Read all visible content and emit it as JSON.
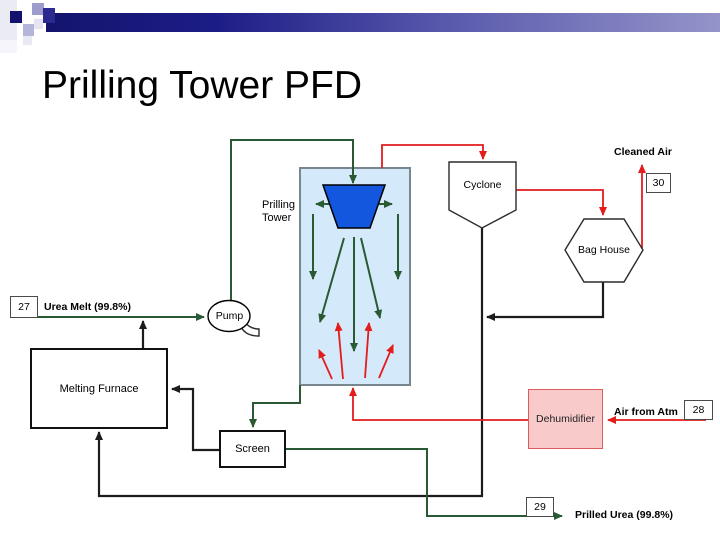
{
  "slide_title": "Prilling Tower PFD",
  "colors": {
    "stream_green": "#2a5a33",
    "stream_red": "#e31c1c",
    "line_black": "#1c1c1c",
    "tower_fill": "#d4e9f9",
    "tower_border": "#78868f",
    "spray_cone_blue": "#1257dd",
    "dehumidifier_fill": "#f9caca",
    "dehumidifier_border": "#e05c5c",
    "banner_navy": "#14146e"
  },
  "equipment": {
    "prilling_tower": "Prilling\nTower",
    "pump": "Pump",
    "cyclone": "Cyclone",
    "bag_house": "Bag House",
    "melting_furnace": "Melting Furnace",
    "screen": "Screen",
    "dehumidifier": "Dehumidifier"
  },
  "streams": {
    "urea_melt": {
      "tag": "27",
      "label": "Urea Melt (99.8%)"
    },
    "air_from_atm": {
      "tag": "28",
      "label": "Air from Atm"
    },
    "prilled_urea": {
      "tag": "29",
      "label": "Prilled Urea (99.8%)"
    },
    "cleaned_air": {
      "tag": "30",
      "label": "Cleaned Air"
    }
  }
}
